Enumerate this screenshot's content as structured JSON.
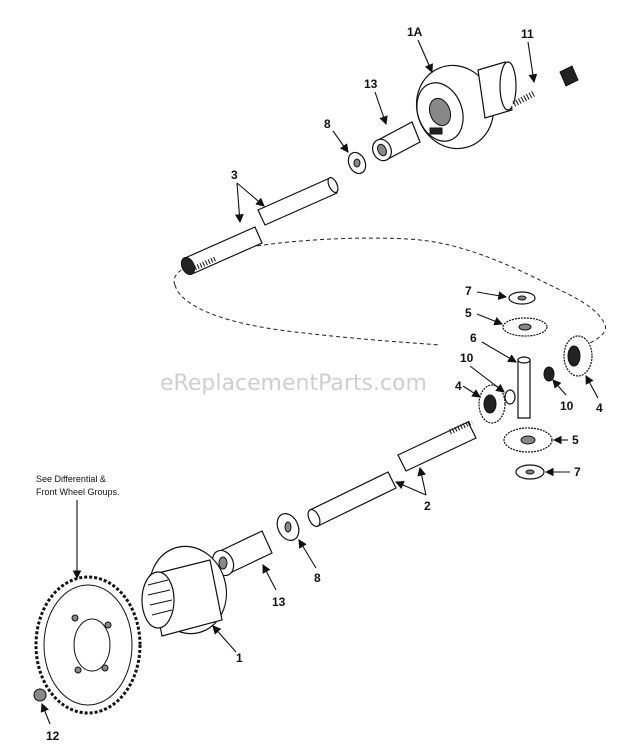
{
  "watermark": "eReplacementParts.com",
  "note_line1": "See Differential &",
  "note_line2": "Front Wheel Groups.",
  "callouts": {
    "c1A": "1A",
    "c11": "11",
    "c13_top": "13",
    "c8_top": "8",
    "c3": "3",
    "c7_top": "7",
    "c5_top": "5",
    "c6": "6",
    "c10_left": "10",
    "c10_right": "10",
    "c4_left": "4",
    "c4_right": "4",
    "c5_bottom": "5",
    "c7_bottom": "7",
    "c2": "2",
    "c8_bottom": "8",
    "c13_bottom": "13",
    "c1": "1",
    "c12": "12"
  }
}
